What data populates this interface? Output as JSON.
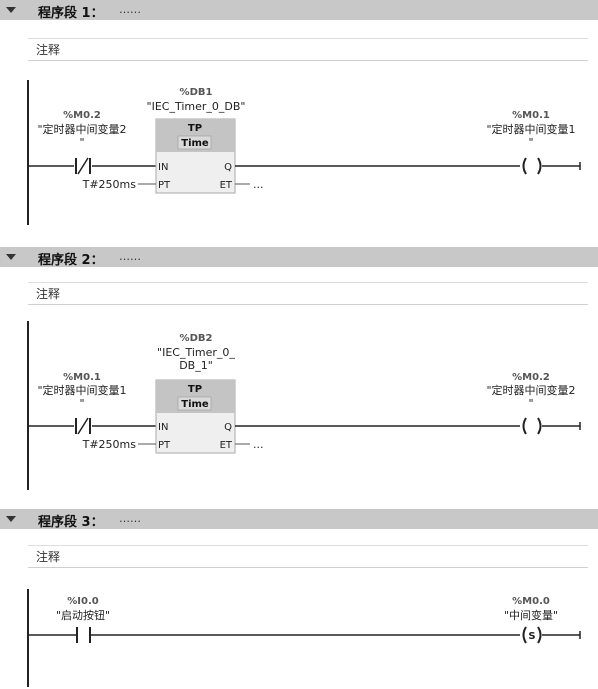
{
  "networks": [
    {
      "title": "程序段 1：",
      "dots": "……",
      "comment": "注释",
      "contact": {
        "address": "%M0.2",
        "name_line1": "\"定时器中间变量2",
        "name_line2": "\""
      },
      "timer": {
        "db_address": "%DB1",
        "db_name_line1": "\"IEC_Timer_0_DB\"",
        "db_name_line2": "",
        "db_name_line3": "",
        "type": "TP",
        "data_type": "Time",
        "in_pin": "IN",
        "pt_pin": "PT",
        "q_pin": "Q",
        "et_pin": "ET",
        "pt_value": "T#250ms",
        "et_value": "..."
      },
      "coil": {
        "address": "%M0.1",
        "name_line1": "\"定时器中间变量1",
        "name_line2": "\"",
        "symbol": ""
      }
    },
    {
      "title": "程序段 2：",
      "dots": "……",
      "comment": "注释",
      "contact": {
        "address": "%M0.1",
        "name_line1": "\"定时器中间变量1",
        "name_line2": "\""
      },
      "timer": {
        "db_address": "%DB2",
        "db_name_line1": "\"IEC_Timer_0_",
        "db_name_line2": "DB_1\"",
        "db_name_line3": "",
        "type": "TP",
        "data_type": "Time",
        "in_pin": "IN",
        "pt_pin": "PT",
        "q_pin": "Q",
        "et_pin": "ET",
        "pt_value": "T#250ms",
        "et_value": "..."
      },
      "coil": {
        "address": "%M0.2",
        "name_line1": "\"定时器中间变量2",
        "name_line2": "\"",
        "symbol": ""
      }
    },
    {
      "title": "程序段 3：",
      "dots": "……",
      "comment": "注释",
      "contact": {
        "address": "%I0.0",
        "name_line1": "\"启动按钮\"",
        "name_line2": ""
      },
      "coil": {
        "address": "%M0.0",
        "name_line1": "\"中间变量\"",
        "name_line2": "",
        "symbol": "S"
      }
    }
  ]
}
